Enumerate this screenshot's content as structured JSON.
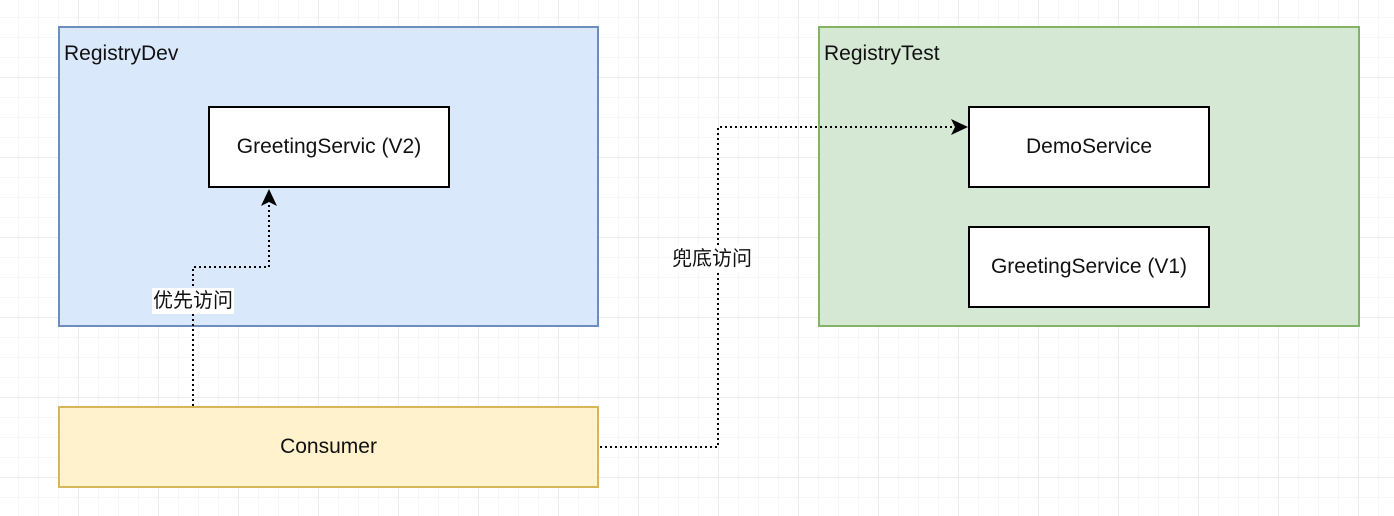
{
  "containers": {
    "registry_dev": {
      "title": "RegistryDev",
      "fill": "#dae8fc",
      "stroke": "#6c8ebf"
    },
    "registry_test": {
      "title": "RegistryTest",
      "fill": "#d5e8d4",
      "stroke": "#82b366"
    }
  },
  "nodes": {
    "greeting_v2": {
      "label": "GreetingServic (V2)"
    },
    "demo_service": {
      "label": "DemoService"
    },
    "greeting_v1": {
      "label": "GreetingService (V1)"
    },
    "consumer": {
      "label": "Consumer",
      "fill": "#fff2cc",
      "stroke": "#d6b656"
    }
  },
  "edges": {
    "priority": {
      "label": "优先访问",
      "from": "Consumer",
      "to": "GreetingServic (V2)",
      "style": "dotted"
    },
    "fallback": {
      "label": "兜底访问",
      "from": "Consumer",
      "to": "DemoService",
      "style": "dotted"
    }
  }
}
